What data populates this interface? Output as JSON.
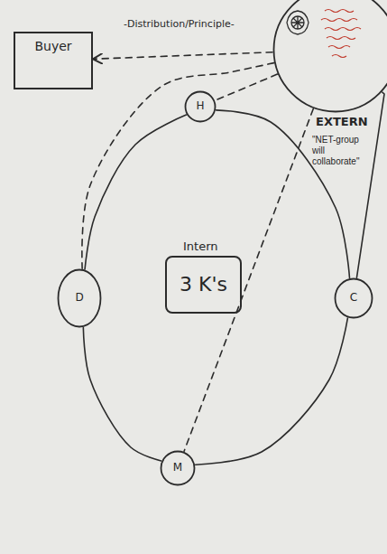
{
  "diagram": {
    "nodes": [
      {
        "text": [
          "Buyer"
        ]
      },
      {
        "text": [
          "EXTERN",
          "\"NET-group will collaborate\""
        ]
      },
      {
        "text": [
          "H"
        ]
      },
      {
        "text": [
          "D"
        ]
      },
      {
        "text": [
          "3 K's"
        ]
      },
      {
        "text": [
          "C"
        ]
      },
      {
        "text": [
          "M"
        ]
      }
    ],
    "edges": [
      {
        "from": 1,
        "to": 0,
        "arrow": "to",
        "label": "-Distribution/Principle-"
      },
      {
        "from": 1,
        "to": 2,
        "arrow": "none"
      },
      {
        "from": 1,
        "to": 3,
        "arrow": "none"
      },
      {
        "from": 1,
        "to": 6,
        "arrow": "none"
      },
      {
        "from": 1,
        "to": 5,
        "arrow": "none"
      },
      {
        "from": 2,
        "to": 3,
        "arrow": "none"
      },
      {
        "from": 3,
        "to": 6,
        "arrow": "none"
      },
      {
        "from": 6,
        "to": 5,
        "arrow": "none"
      },
      {
        "from": 5,
        "to": 2,
        "arrow": "none"
      }
    ],
    "labels": [
      "Intern"
    ]
  }
}
